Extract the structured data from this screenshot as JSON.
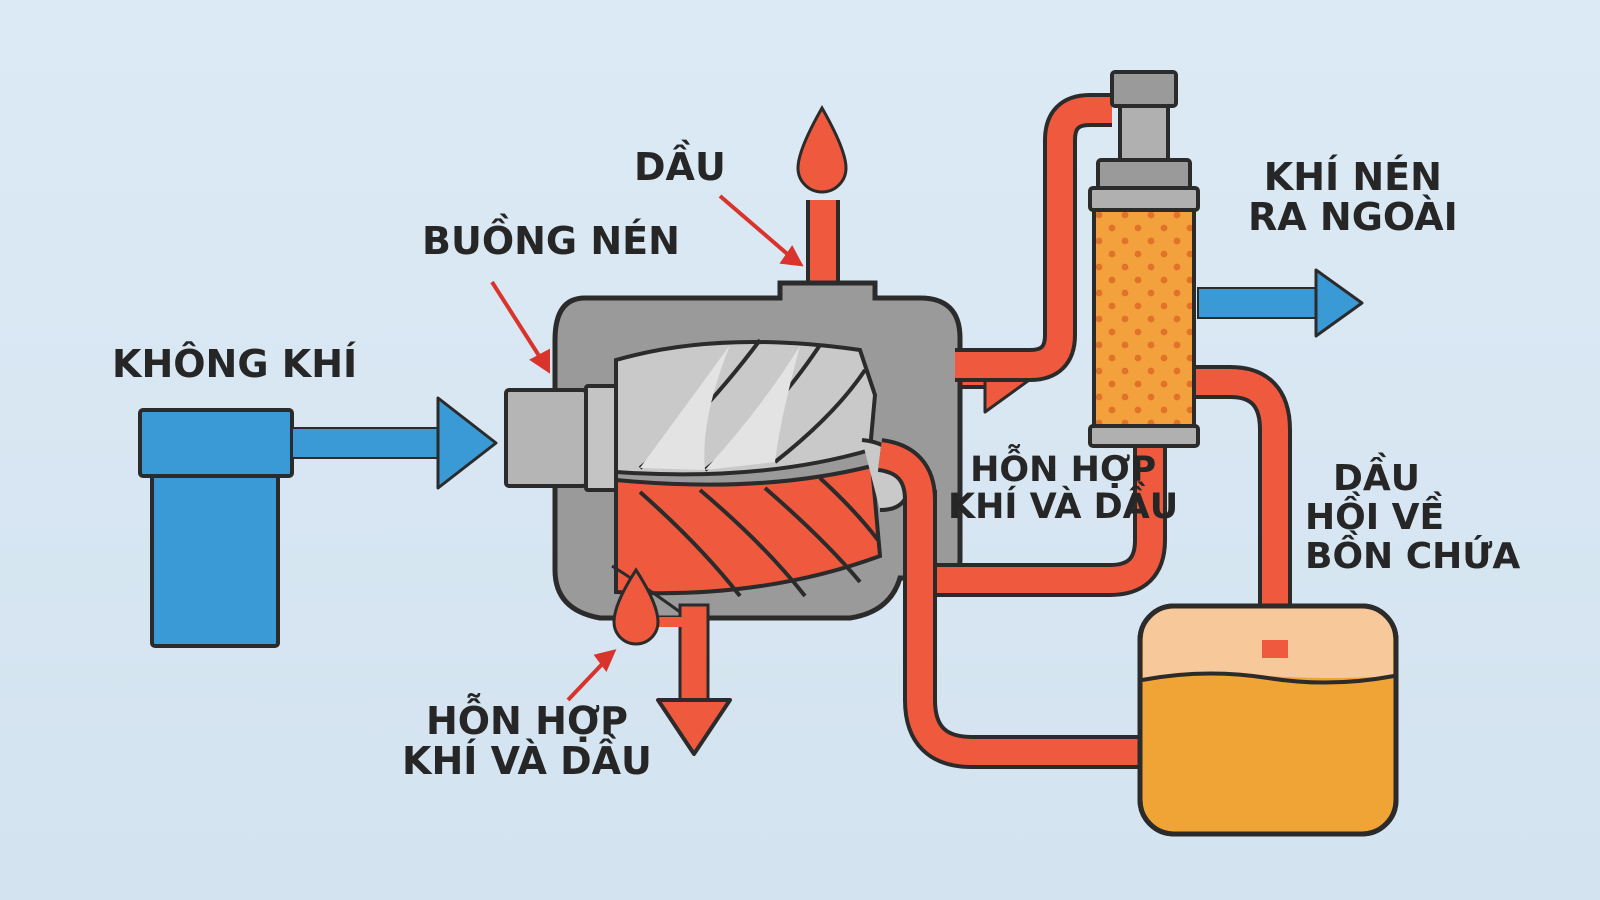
{
  "colors": {
    "background": "#d8e7f2",
    "air_blue": "#3a9ad6",
    "oil_red": "#ef5a3e",
    "housing_gray": "#9a9a9a",
    "rotor_gray": "#c9c9c9",
    "filter_orange": "#f2a13c",
    "tank_orange": "#f1a436",
    "outline": "#2b2b2b"
  },
  "labels": {
    "air": "KHÔNG KHÍ",
    "chamber": "BUỒNG NÉN",
    "oil": "DẦU",
    "compressed_out": [
      "KHÍ NÉN",
      "RA NGOÀI"
    ],
    "mixture_right": [
      "HỖN HỢP",
      "KHÍ VÀ DẦU"
    ],
    "oil_return": [
      "DẦU",
      "HỒI VỀ",
      "BỒN CHỨA"
    ],
    "mixture_bottom": [
      "HỖN HỢP",
      "KHÍ VÀ DẦU"
    ]
  },
  "icons": [
    "oil-drop-icon",
    "flow-arrow-icon"
  ]
}
